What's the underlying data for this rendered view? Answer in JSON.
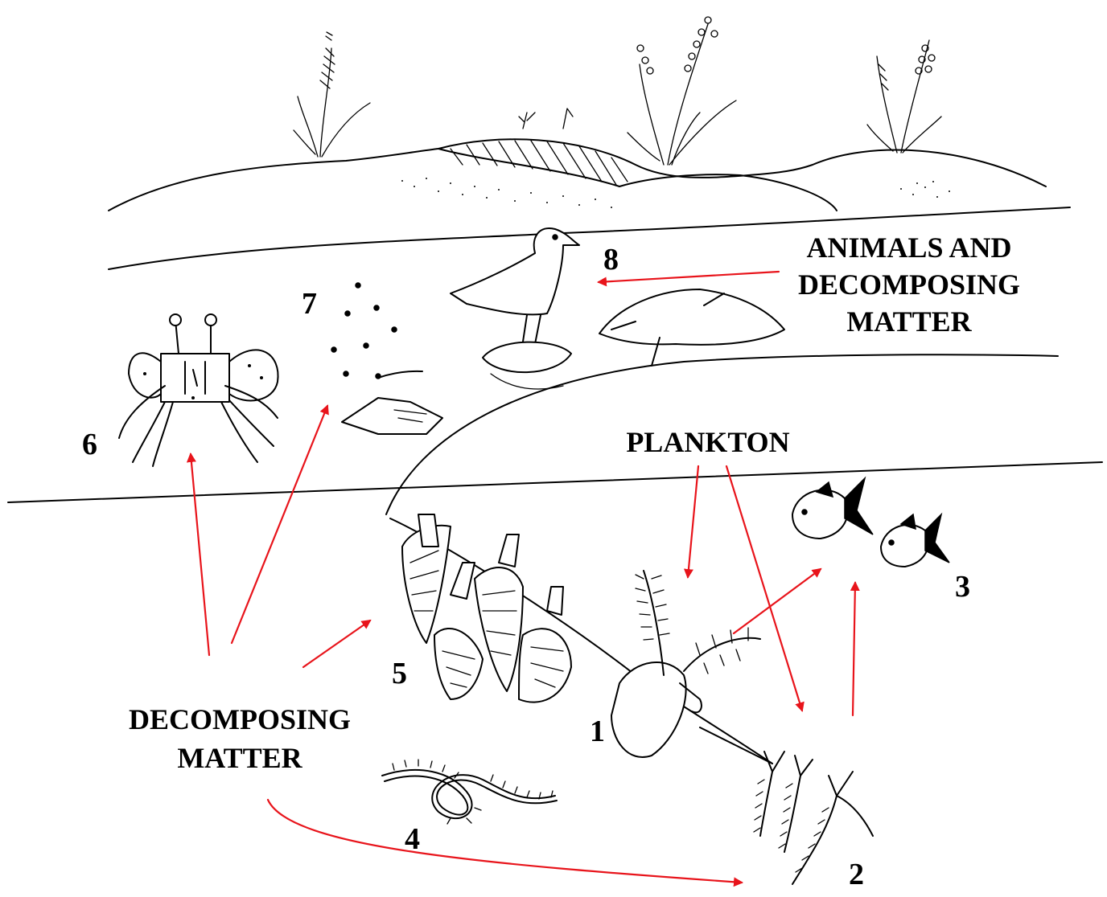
{
  "labels": {
    "animals_decomposing": [
      "ANIMALS AND",
      "DECOMPOSING",
      "MATTER"
    ],
    "plankton": "PLANKTON",
    "decomposing": [
      "DECOMPOSING",
      "MATTER"
    ]
  },
  "numbers": {
    "n1": "1",
    "n2": "2",
    "n3": "3",
    "n4": "4",
    "n5": "5",
    "n6": "6",
    "n7": "7",
    "n8": "8"
  },
  "colors": {
    "arrow": "#e8141b",
    "ink": "#000000",
    "background": "#ffffff"
  },
  "icons": {
    "crab": "ghost-crab-icon",
    "flies": "flies-icon",
    "bird": "shorebird-icon",
    "fish": "fish-icon",
    "worm": "worm-icon",
    "barnacles": "goose-barnacle-icon",
    "mole_crab": "mole-crab-icon",
    "polychaete": "polychaete-worm-icon"
  }
}
